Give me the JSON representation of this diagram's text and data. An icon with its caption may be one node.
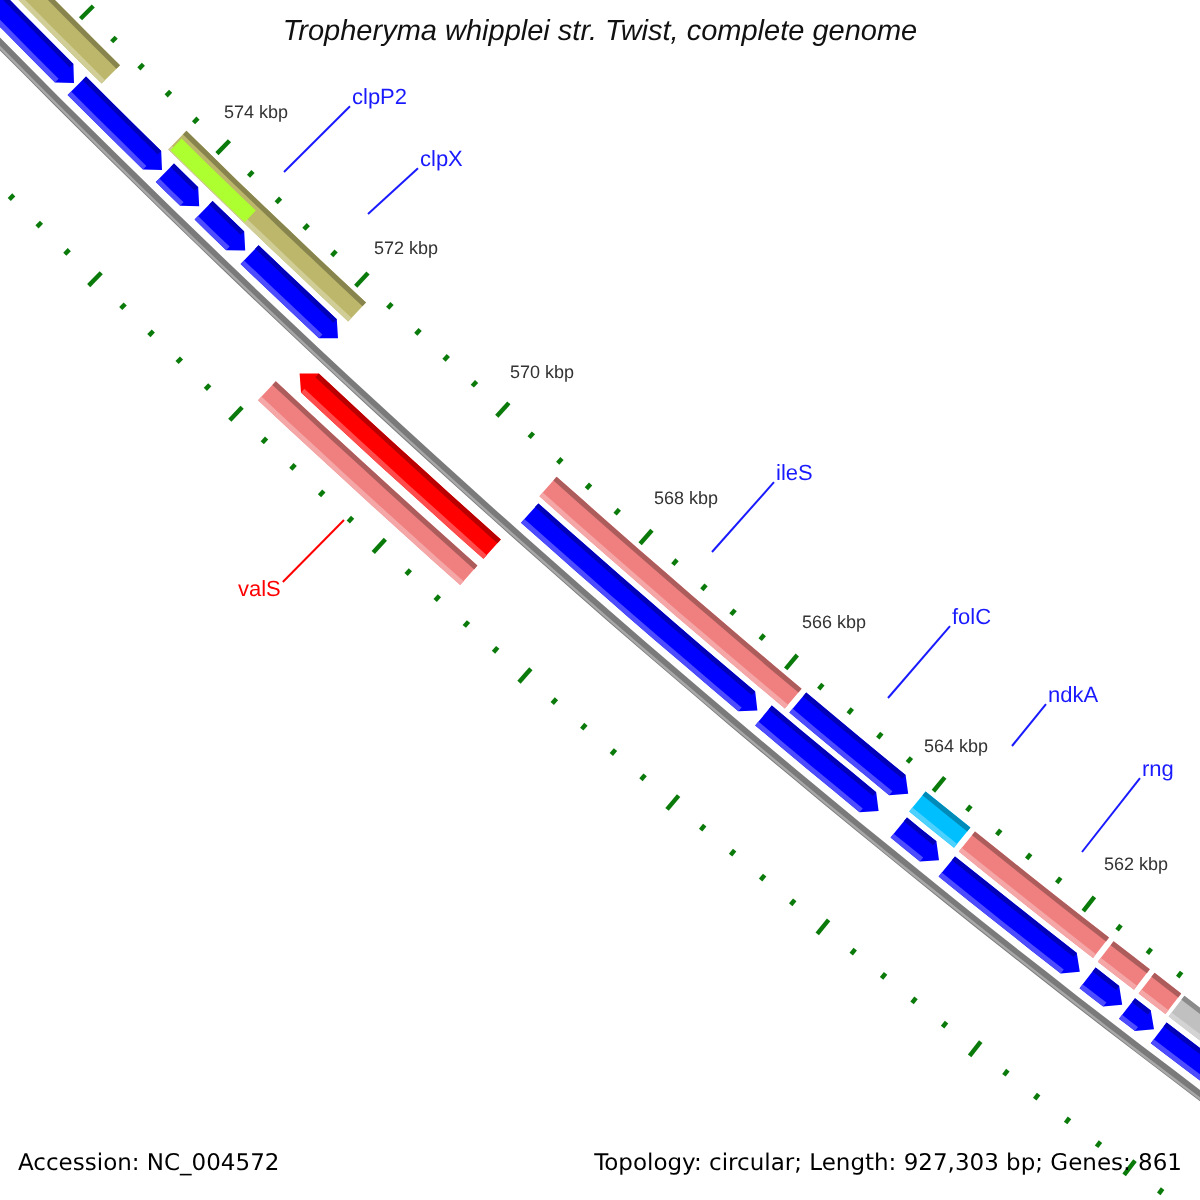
{
  "diagram": {
    "title": "Tropheryma whipplei str. Twist, complete genome",
    "nodes": [
      {
        "text": [
          "clpP2"
        ]
      },
      {
        "text": [
          "clpX"
        ]
      },
      {
        "text": [
          "ileS"
        ]
      },
      {
        "text": [
          "valS"
        ]
      },
      {
        "text": [
          "folC"
        ]
      },
      {
        "text": [
          "ndkA"
        ]
      },
      {
        "text": [
          "rng"
        ]
      }
    ],
    "edges": [
      {
        "from": 0,
        "to": null,
        "arrow": "none"
      },
      {
        "from": 1,
        "to": null,
        "arrow": "none"
      },
      {
        "from": 2,
        "to": null,
        "arrow": "none"
      },
      {
        "from": 3,
        "to": null,
        "arrow": "none",
        "color": "#ff0000"
      },
      {
        "from": 4,
        "to": null,
        "arrow": "none"
      },
      {
        "from": 5,
        "to": null,
        "arrow": "none"
      },
      {
        "from": 6,
        "to": null,
        "arrow": "none"
      }
    ],
    "labels": [
      "574 kbp",
      "572 kbp",
      "570 kbp",
      "568 kbp",
      "566 kbp",
      "564 kbp",
      "562 kbp",
      "Accession: NC_004572",
      "Topology: circular; Length: 927,303 bp; Genes: 861"
    ]
  }
}
